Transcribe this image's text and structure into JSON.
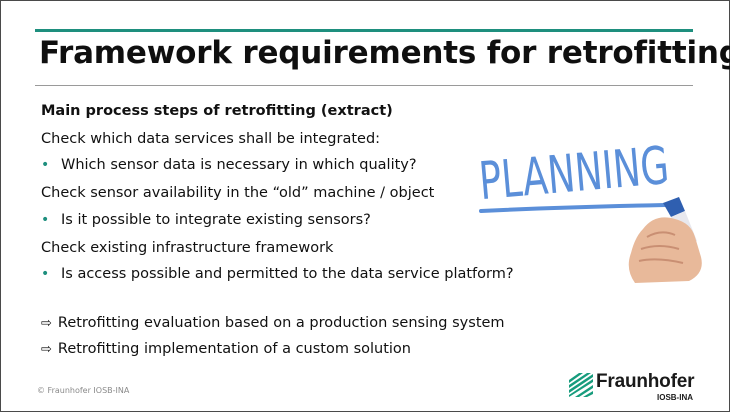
{
  "slide": {
    "title": "Framework requirements for retrofitting",
    "subheading": "Main process steps of retrofitting (extract)",
    "items": [
      "Check which data services shall be integrated:",
      "Which sensor data is necessary in which quality?",
      "Check sensor availability in the “old” machine / object",
      "Is it possible to integrate existing sensors?",
      "Check existing infrastructure framework",
      "Is access possible and permitted to the data service platform?"
    ],
    "conclusions": [
      "Retrofitting evaluation based on a production sensing system",
      "Retrofitting implementation of a custom solution"
    ],
    "bullet_glyph": "•",
    "arrow_glyph": "⇨"
  },
  "image": {
    "word": "PLANNING",
    "icon": "hand-writing-marker",
    "ink_color": "#5b8fd9"
  },
  "footer": {
    "copyright": "© Fraunhofer  IOSB-INA",
    "logo_name": "Fraunhofer",
    "logo_sub": "IOSB-INA"
  },
  "colors": {
    "accent": "#1e8f7e",
    "text": "#111111"
  }
}
